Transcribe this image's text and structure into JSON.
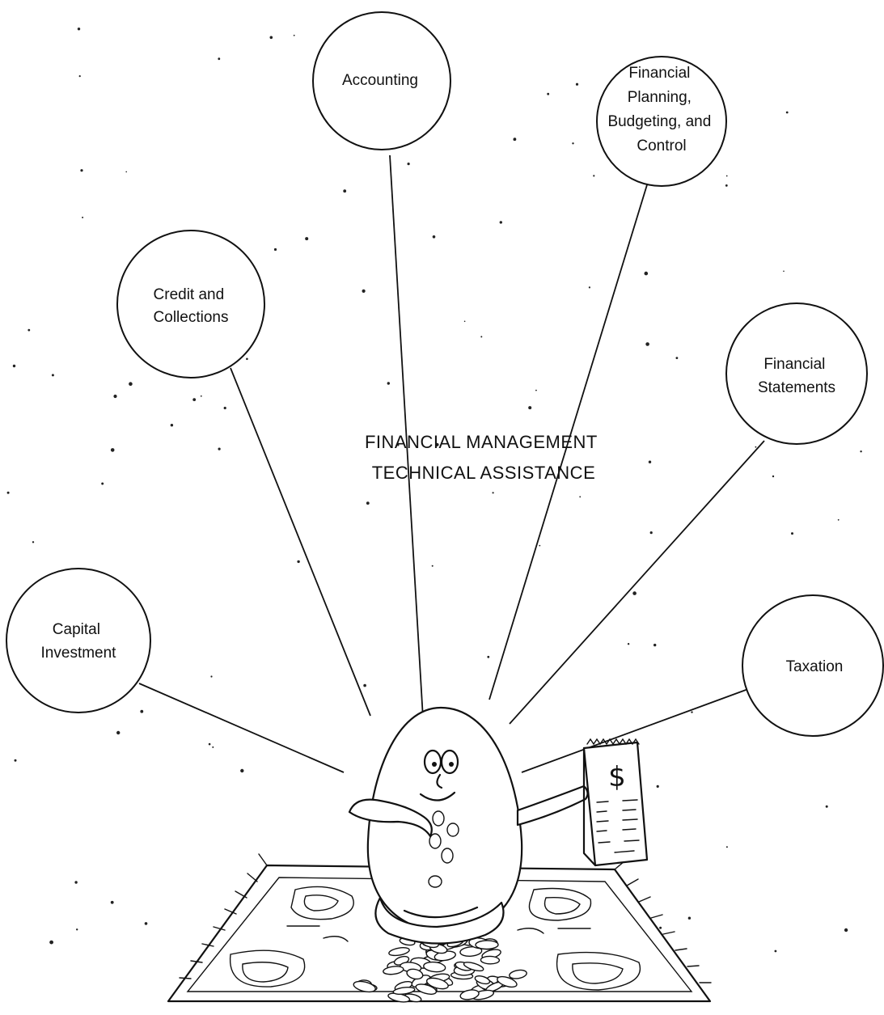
{
  "diagram": {
    "center_title": [
      "FINANCIAL MANAGEMENT",
      "TECHNICAL ASSISTANCE"
    ],
    "nodes": [
      {
        "id": "accounting",
        "lines": [
          "Accounting"
        ]
      },
      {
        "id": "financial-planning",
        "lines": [
          "Financial",
          "Planning,",
          "Budgeting, and",
          "Control"
        ]
      },
      {
        "id": "credit-collections",
        "lines": [
          "Credit and",
          "Collections"
        ]
      },
      {
        "id": "financial-statements",
        "lines": [
          "Financial",
          "Statements"
        ]
      },
      {
        "id": "capital-investment",
        "lines": [
          "Capital",
          "Investment"
        ]
      },
      {
        "id": "taxation",
        "lines": [
          "Taxation"
        ]
      }
    ],
    "illustration": {
      "character": "egg-character-icon",
      "ledger_symbol": "$",
      "rug": "rug-icon",
      "coins": "coin-pile-icon"
    }
  }
}
